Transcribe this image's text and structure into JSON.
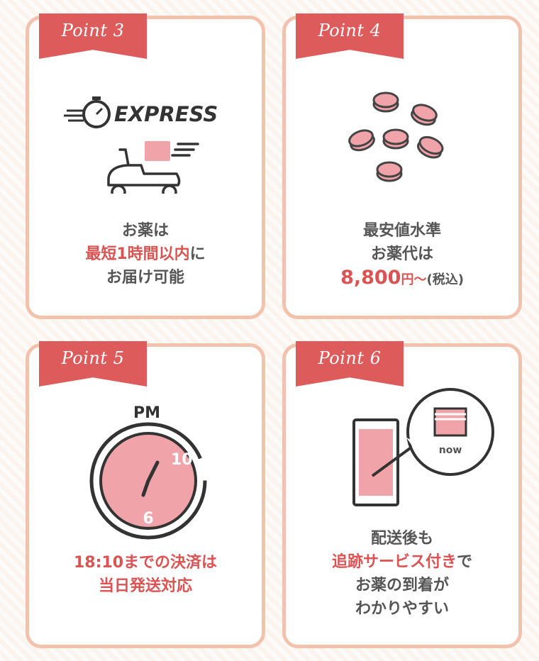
{
  "colors": {
    "accent": "#de5b5b",
    "card_border": "#f3c2ac",
    "pink_fill": "#f0a3a9",
    "text": "#555555"
  },
  "card3": {
    "ribbon": "Point 3",
    "express": "EXPRESS",
    "line1": "お薬は",
    "line2_red": "最短1時間以内",
    "line2_tail": "に",
    "line3": "お届け可能"
  },
  "card4": {
    "ribbon": "Point 4",
    "line1": "最安値水準",
    "line2": "お薬代は",
    "price": "8,800",
    "unit": "円〜",
    "tax": "(税込)"
  },
  "card5": {
    "ribbon": "Point 5",
    "pm": "PM",
    "num10": "10",
    "num6": "6",
    "line1": "18:10までの決済は",
    "line2": "当日発送対応"
  },
  "card6": {
    "ribbon": "Point 6",
    "bubble_text": "now",
    "line1": "配送後も",
    "line2_red": "追跡サービス付き",
    "line2_tail": "で",
    "line3": "お薬の到着が",
    "line4": "わかりやすい"
  }
}
